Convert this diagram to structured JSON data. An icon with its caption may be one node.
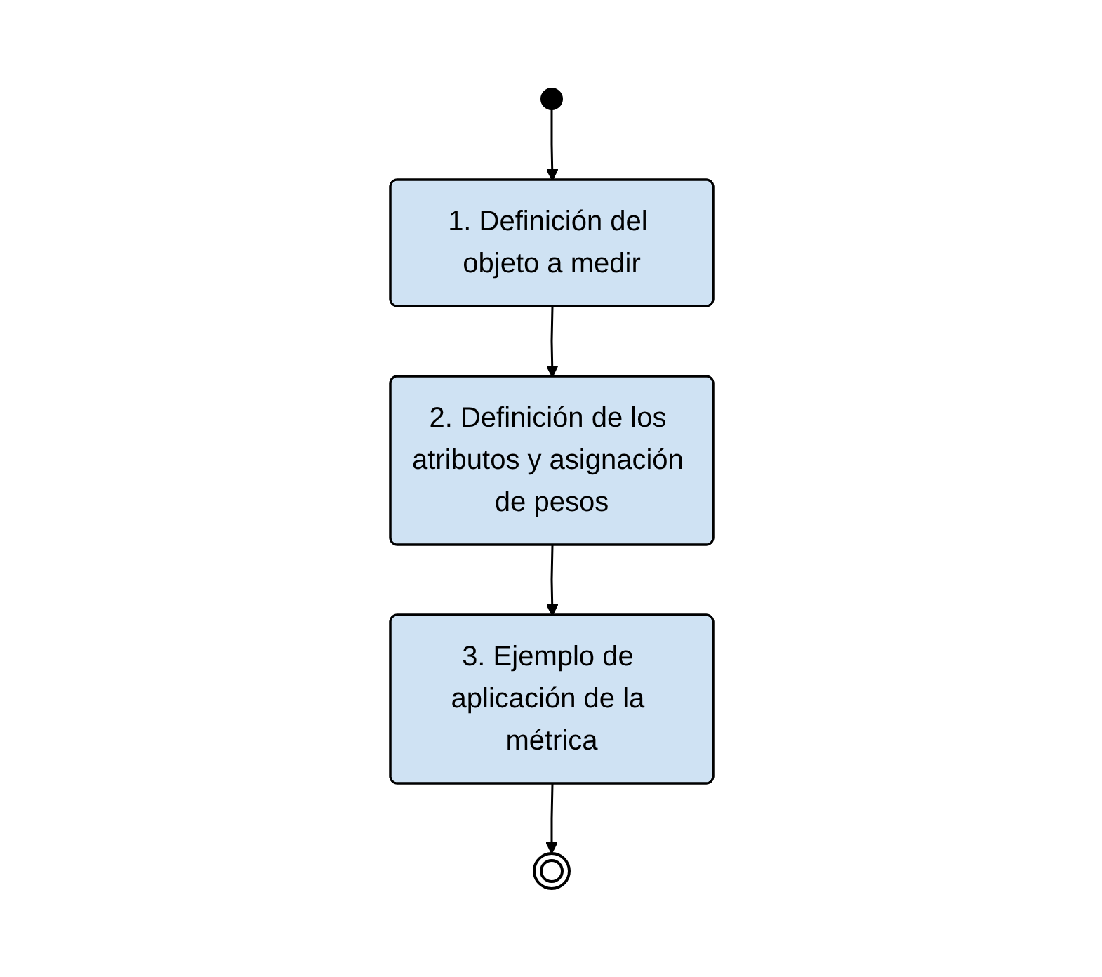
{
  "diagram": {
    "nodes": [
      {
        "text": [],
        "shape": "circle"
      },
      {
        "text": [
          "1. Definición del objeto a medir"
        ]
      },
      {
        "text": [
          "2. Definición de los atributos y asignación de pesos"
        ]
      },
      {
        "text": [
          "3. Ejemplo de aplicación de la métrica"
        ]
      },
      {
        "text": [],
        "shape": "circle"
      }
    ],
    "edges": [
      {
        "from": 0,
        "to": 1,
        "arrow": "to"
      },
      {
        "from": 1,
        "to": 2,
        "arrow": "to"
      },
      {
        "from": 2,
        "to": 3,
        "arrow": "to"
      },
      {
        "from": 3,
        "to": 4,
        "arrow": "to"
      }
    ]
  }
}
